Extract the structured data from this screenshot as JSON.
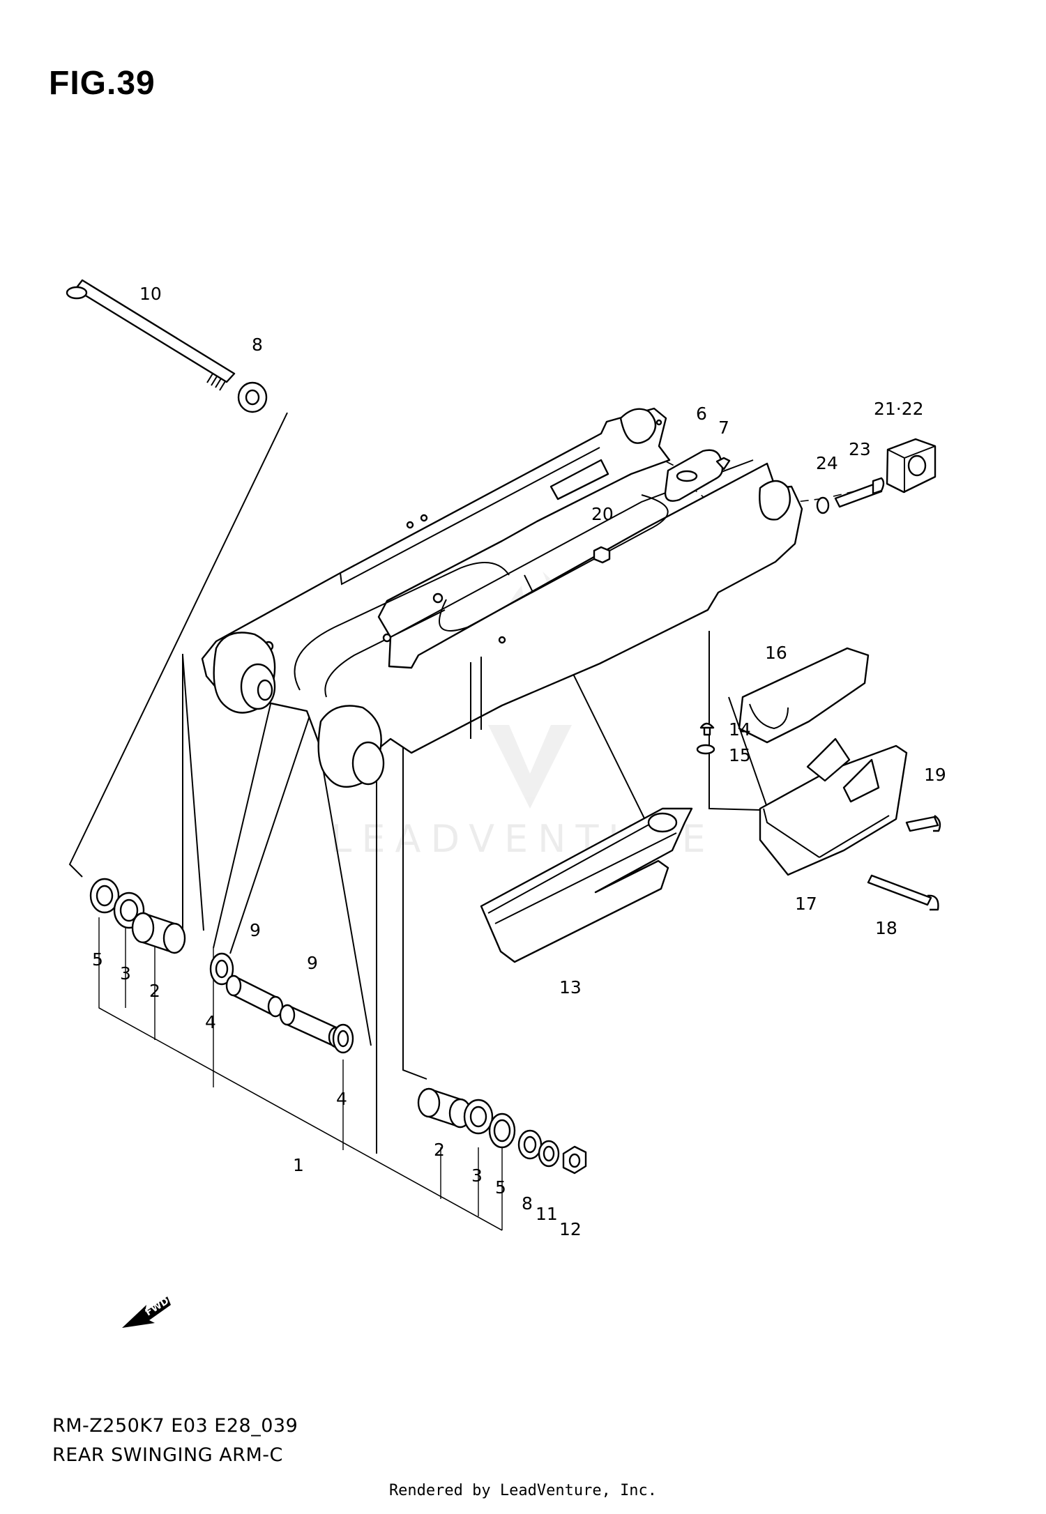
{
  "figure": {
    "title": "FIG.39",
    "model_code": "RM-Z250K7 E03 E28_039",
    "section_name": "REAR SWINGING ARM-C",
    "watermark": "LEADVENTURE",
    "footer": "Rendered by LeadVenture, Inc.",
    "fwd_label": "FWD"
  },
  "callouts": [
    "10",
    "8",
    "6",
    "7",
    "21·22",
    "23",
    "24",
    "20",
    "16",
    "14",
    "15",
    "19",
    "17",
    "18",
    "13",
    "9",
    "9",
    "5",
    "3",
    "2",
    "4",
    "4",
    "1",
    "2",
    "3",
    "5",
    "8",
    "11",
    "12"
  ]
}
